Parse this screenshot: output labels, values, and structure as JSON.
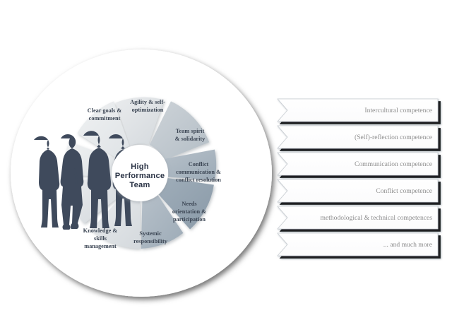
{
  "diagram": {
    "title": "High Performance Team competence wheel",
    "center": {
      "lines": [
        "High",
        "Performance",
        "Team"
      ]
    },
    "segments": [
      {
        "id": "agility",
        "lines": [
          "Agility & self-",
          "optimization"
        ],
        "shade": "mid-light"
      },
      {
        "id": "team-spirit",
        "lines": [
          "Team spirit",
          "& solidarity"
        ],
        "shade": "mid"
      },
      {
        "id": "conflict-comm",
        "lines": [
          "Conflict",
          "communication &",
          "conflict resolution"
        ],
        "shade": "dark"
      },
      {
        "id": "needs",
        "lines": [
          "Needs",
          "orientation &",
          "participation"
        ],
        "shade": "mid"
      },
      {
        "id": "systemic",
        "lines": [
          "Systemic",
          "responsibility"
        ],
        "shade": "light"
      },
      {
        "id": "knowledge",
        "lines": [
          "Knowledge &",
          "skills",
          "management"
        ],
        "shade": "light"
      },
      {
        "id": "hidden-left",
        "lines": [],
        "shade": "lighter"
      },
      {
        "id": "hidden-left-2",
        "lines": [],
        "shade": "lighter"
      },
      {
        "id": "clear-goals",
        "lines": [
          "Clear goals &",
          "commitment"
        ],
        "shade": "light"
      }
    ],
    "arrows": [
      {
        "id": "intercultural",
        "label": "Intercultural competence"
      },
      {
        "id": "self-reflection",
        "label": "(Self)-reflection competence"
      },
      {
        "id": "communication",
        "label": "Communication competence"
      },
      {
        "id": "conflict",
        "label": "Conflict competence"
      },
      {
        "id": "methodological",
        "label": "methodological & technical competences"
      },
      {
        "id": "more",
        "label": "... and much more"
      }
    ],
    "people": {
      "name": "team-silhouette",
      "count": 4
    },
    "colors": {
      "segment_dark": "#93a3b1",
      "segment_mid": "#a9b5c0",
      "segment_mid_light": "#c0c8ce",
      "segment_light": "#dfe2e5",
      "segment_lighter": "#e9ebed",
      "text_dark": "#3c4654",
      "arrow_text": "#8d8d8d",
      "silhouette": "#3f4a5c",
      "ellipse": "#ffffff"
    }
  }
}
